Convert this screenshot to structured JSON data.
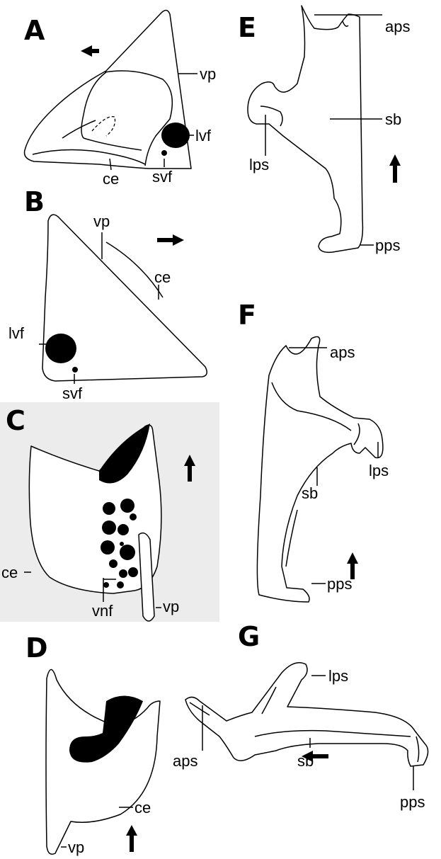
{
  "panels": {
    "A": {
      "letter": "A",
      "labels": {
        "vp": "vp",
        "lvf": "lvf",
        "ce": "ce",
        "svf": "svf"
      },
      "arrow": "left-arrow-icon"
    },
    "B": {
      "letter": "B",
      "labels": {
        "vp": "vp",
        "ce": "ce",
        "lvf": "lvf",
        "svf": "svf"
      },
      "arrow": "right-arrow-icon"
    },
    "C": {
      "letter": "C",
      "labels": {
        "ce": "ce",
        "vnf": "vnf",
        "vp": "vp"
      },
      "arrow": "up-arrow-icon"
    },
    "D": {
      "letter": "D",
      "labels": {
        "ce": "ce",
        "vp": "vp"
      },
      "arrow": "up-arrow-icon"
    },
    "E": {
      "letter": "E",
      "labels": {
        "aps": "aps",
        "sb": "sb",
        "lps": "lps",
        "pps": "pps"
      },
      "arrow": "up-arrow-icon"
    },
    "F": {
      "letter": "F",
      "labels": {
        "aps": "aps",
        "lps": "lps",
        "sb": "sb",
        "pps": "pps"
      },
      "arrow": "up-arrow-icon"
    },
    "G": {
      "letter": "G",
      "labels": {
        "lps": "lps",
        "aps": "aps",
        "sb": "sb",
        "pps": "pps"
      },
      "arrow": "left-arrow-icon"
    }
  },
  "colors": {
    "ink": "#000000",
    "background": "#ffffff",
    "photo_background": "#ececec"
  }
}
